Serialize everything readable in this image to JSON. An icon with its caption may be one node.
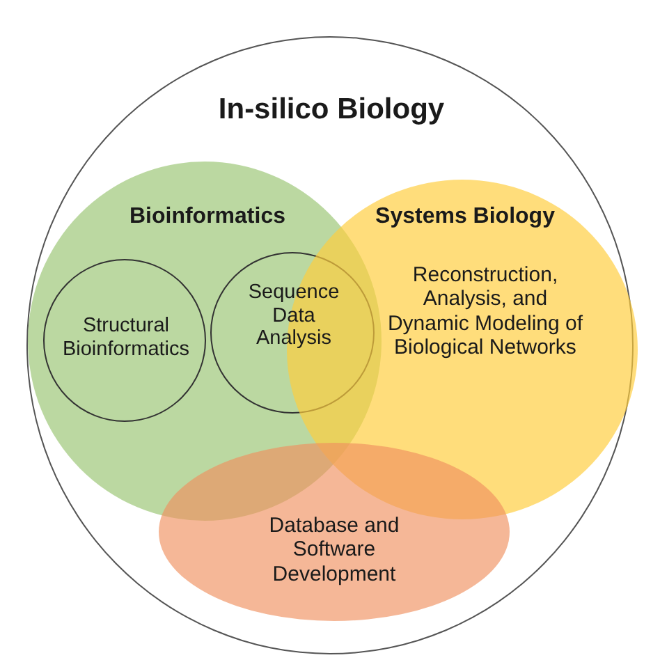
{
  "diagram": {
    "nodes": [
      {
        "text": [
          "In-silico Biology"
        ]
      },
      {
        "text": [
          "Bioinformatics"
        ],
        "in": 0
      },
      {
        "text": [
          "Structural Bioinformatics"
        ],
        "in": 1
      },
      {
        "text": [
          "Sequence Data Analysis"
        ],
        "in": 1
      },
      {
        "text": [
          "Systems Biology",
          "Reconstruction, Analysis, and Dynamic Modeling of Biological Networks"
        ],
        "in": 0
      },
      {
        "text": [
          "Database and Software Development"
        ],
        "in": 0
      }
    ]
  }
}
